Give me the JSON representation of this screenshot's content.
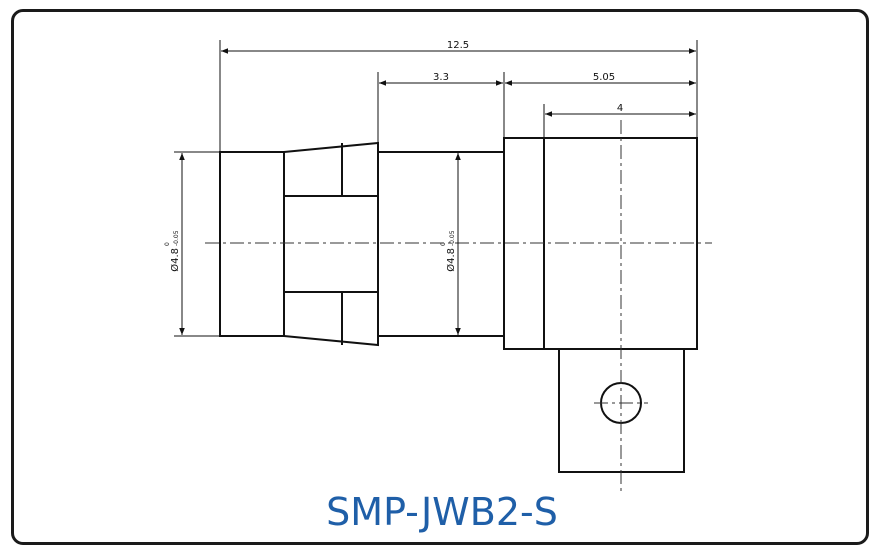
{
  "title": "SMP-JWB2-S",
  "dimensions": {
    "overall_length": "12.5",
    "mid_section": "3.3",
    "right_section": "5.05",
    "body_width": "4",
    "diameter_left": "Ø4.8",
    "diameter_mid": "Ø4.8",
    "tolerance_upper": "0",
    "tolerance_lower": "-0.05"
  },
  "colors": {
    "title": "#1f5fa8",
    "lines": "#111111",
    "frame": "#1a1a1a"
  }
}
